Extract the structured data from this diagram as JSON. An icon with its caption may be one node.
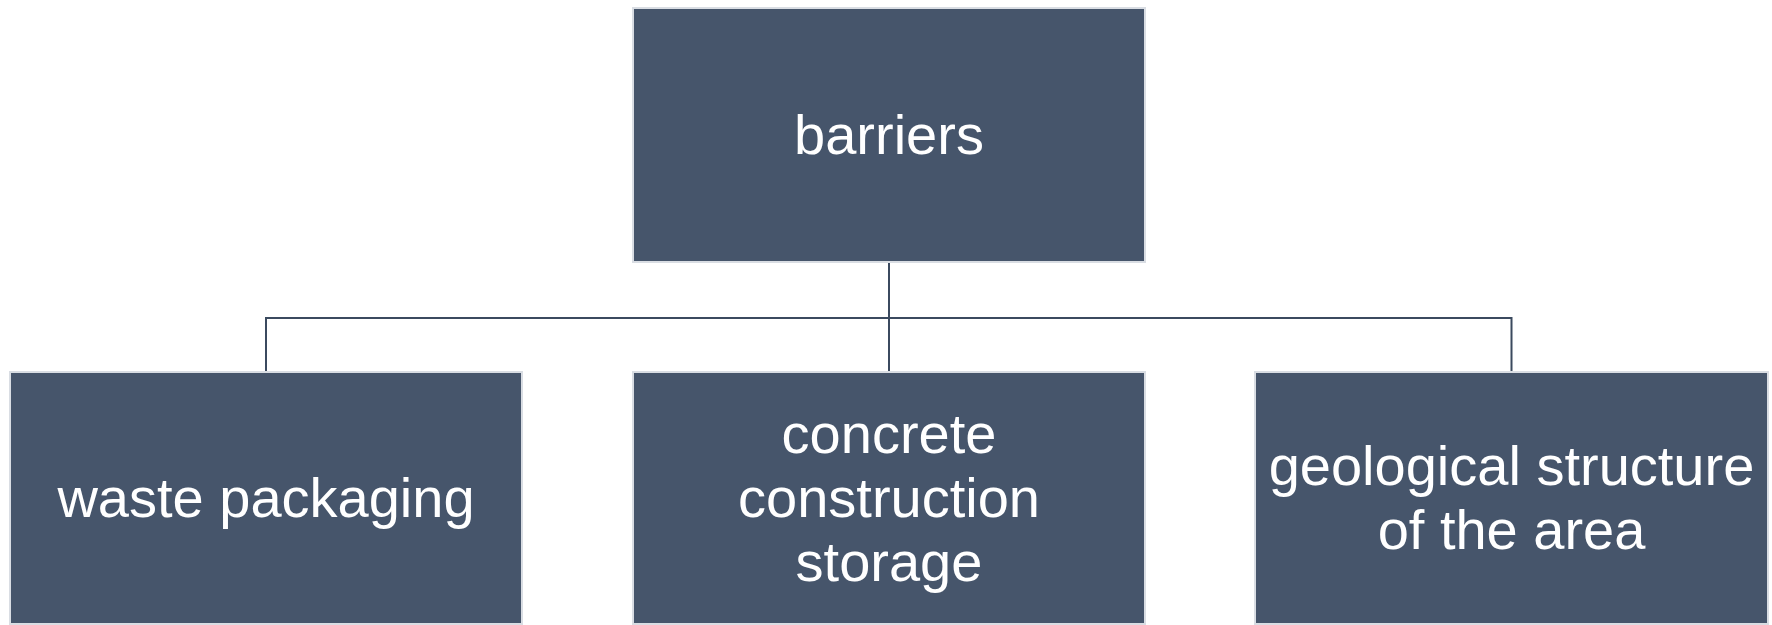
{
  "diagram": {
    "nodes": [
      {
        "text": [
          "barriers"
        ]
      },
      {
        "text": [
          "waste packaging"
        ]
      },
      {
        "text": [
          "concrete construction storage"
        ]
      },
      {
        "text": [
          "geological structure of the area"
        ]
      }
    ],
    "edges": [
      {
        "from": 0,
        "to": 1,
        "arrow": "none"
      },
      {
        "from": 0,
        "to": 2,
        "arrow": "none"
      },
      {
        "from": 0,
        "to": 3,
        "arrow": "none"
      }
    ]
  }
}
